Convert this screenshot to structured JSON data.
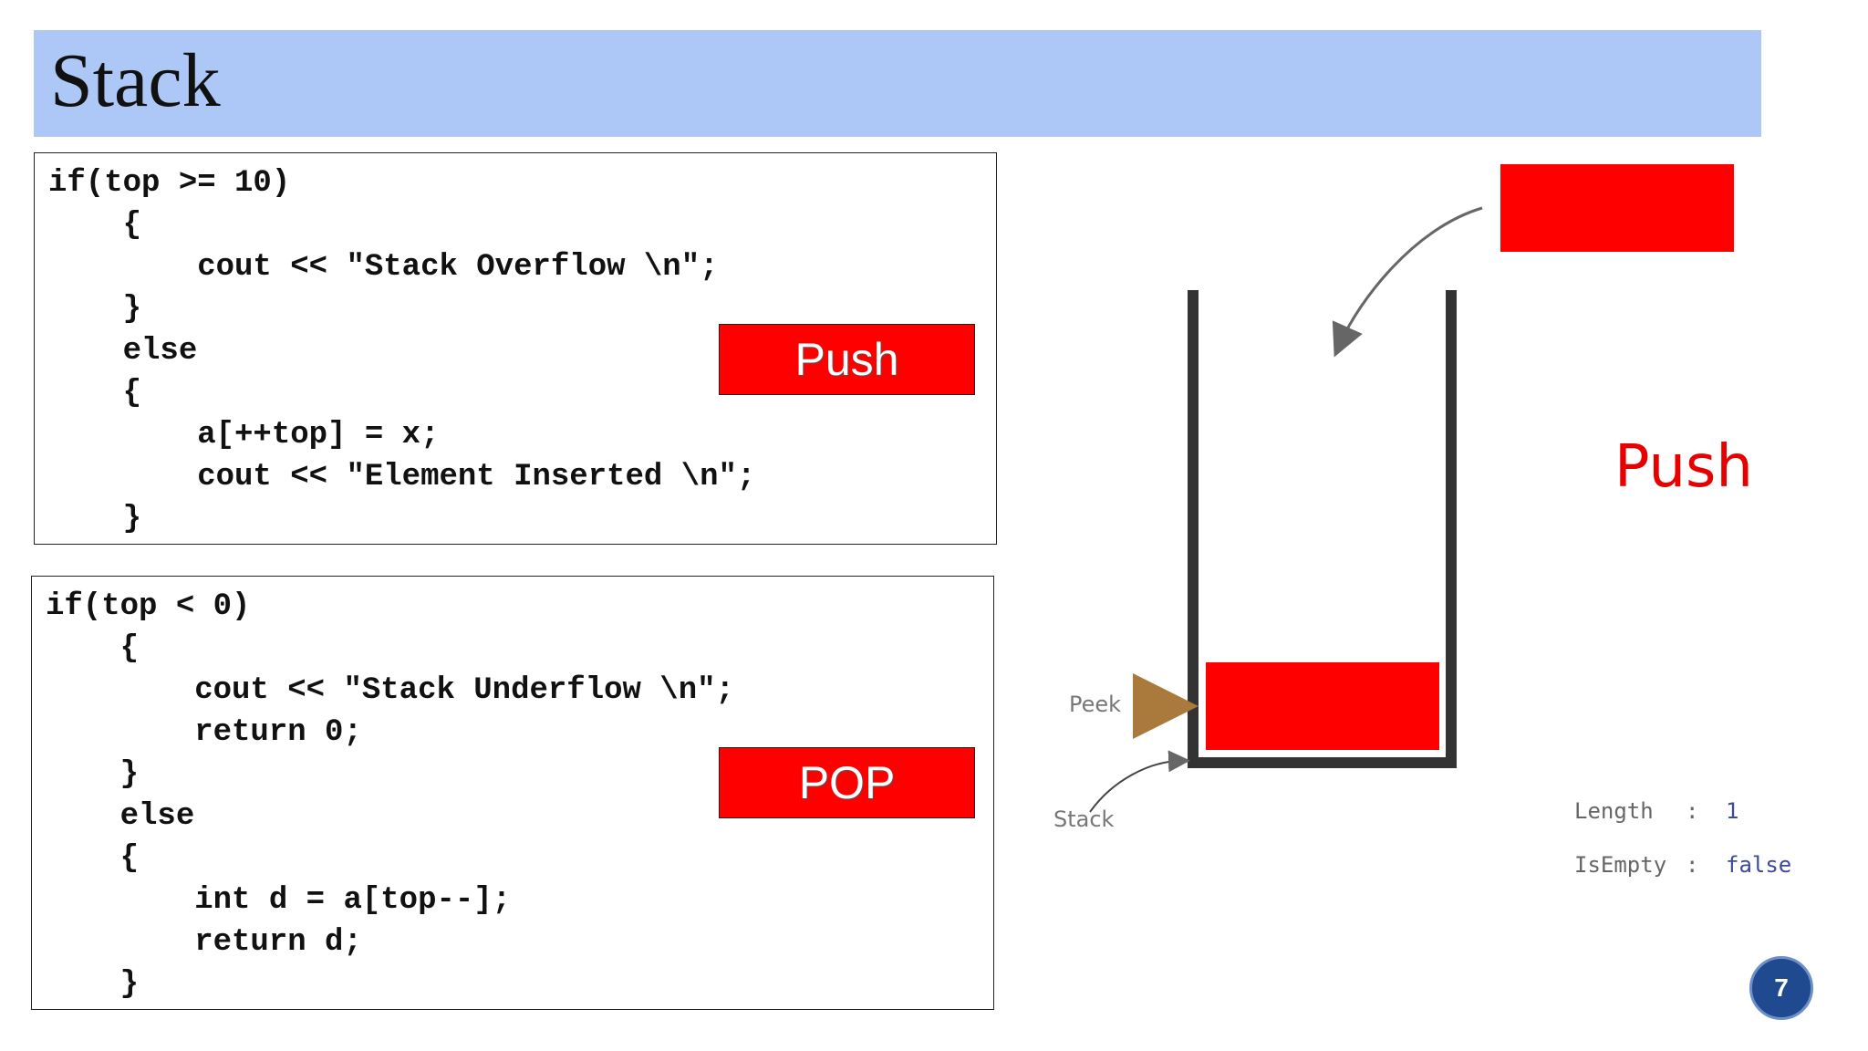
{
  "slide": {
    "title": "Stack",
    "page_number": "7"
  },
  "push_code": {
    "lines": [
      "if(top >= 10)",
      "    {",
      "        cout << \"Stack Overflow \\n\";",
      "    }",
      "    else",
      "    {",
      "        a[++top] = x;",
      "        cout << \"Element Inserted \\n\";",
      "    }"
    ],
    "button_label": "Push"
  },
  "pop_code": {
    "lines": [
      "if(top < 0)",
      "    {",
      "        cout << \"Stack Underflow \\n\";",
      "        return 0;",
      "    }",
      "    else",
      "    {",
      "        int d = a[top--];",
      "        return d;",
      "    }"
    ],
    "button_label": "POP"
  },
  "diagram": {
    "peek_label": "Peek",
    "stack_label": "Stack",
    "operation_label": "Push",
    "length_label": "Length",
    "length_sep": ":",
    "length_value": "1",
    "isempty_label": "IsEmpty",
    "isempty_sep": ":",
    "isempty_value": "false",
    "colors": {
      "element": "#ff0000",
      "walls": "#333333",
      "peek_arrow": "#a97a3b",
      "operation_text": "#e60000"
    }
  }
}
